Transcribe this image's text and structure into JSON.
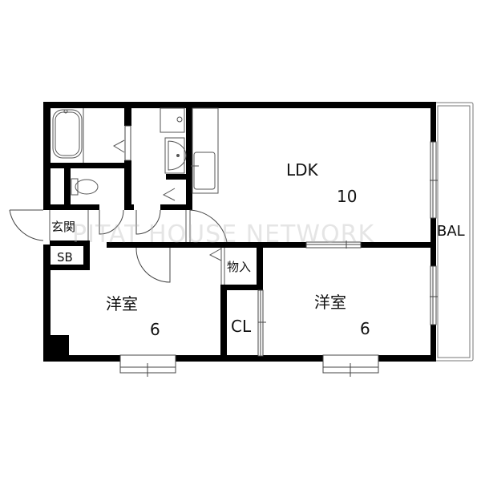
{
  "floorplan": {
    "rooms": {
      "ldk": {
        "name": "LDK",
        "size": "10"
      },
      "western_room_1": {
        "name": "洋室",
        "size": "6"
      },
      "western_room_2": {
        "name": "洋室",
        "size": "6"
      },
      "entrance": {
        "name": "玄関"
      },
      "shoe_box": {
        "name": "SB"
      },
      "storage": {
        "name": "物入"
      },
      "closet": {
        "name": "CL"
      },
      "balcony": {
        "name": "BAL"
      }
    },
    "watermark": "PITAT HOUSE NETWORK",
    "colors": {
      "wall": "#000000",
      "line": "#555555",
      "background": "#ffffff"
    }
  }
}
